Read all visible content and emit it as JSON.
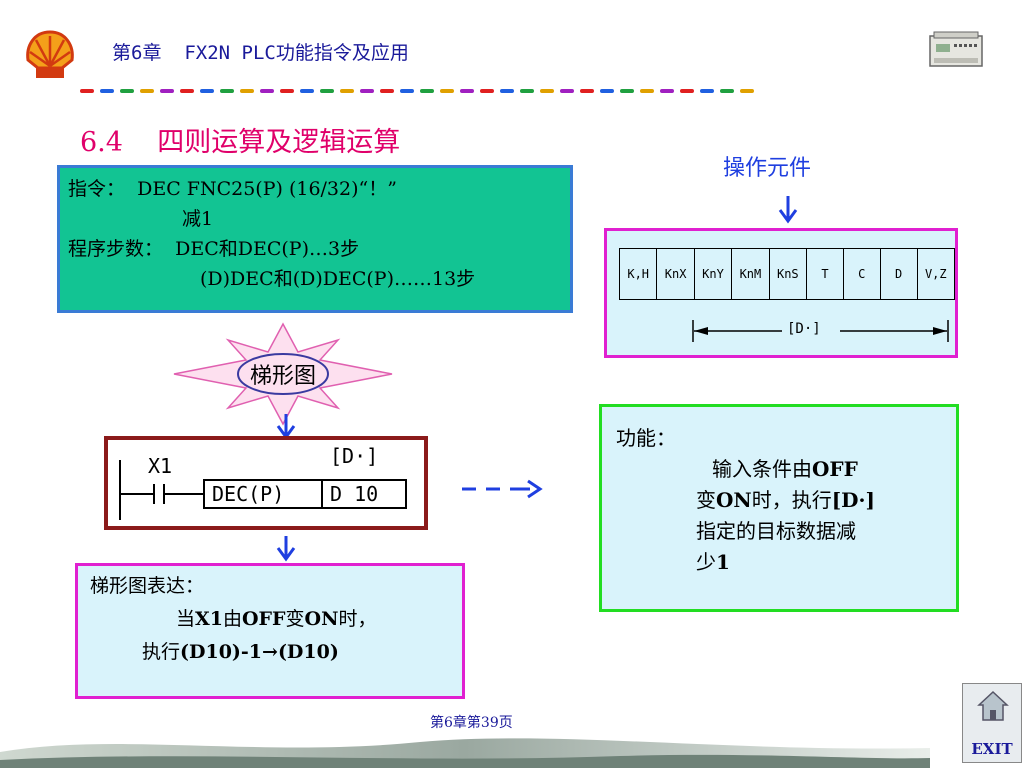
{
  "header": {
    "chapter_title": "第6章  FX2N PLC功能指令及应用"
  },
  "section": {
    "title": "6.4    四则运算及逻辑运算"
  },
  "instruction": {
    "line1_label": "指令：",
    "line1_value": "  DEC FNC25(P) (16/32)“！”",
    "line2_value": "减1",
    "line3_label": "程序步数：",
    "line3_value": "  DEC和DEC(P)…3步",
    "line4_value": "(D)DEC和(D)DEC(P)……13步"
  },
  "operands": {
    "title": "操作元件",
    "cells": [
      "K,H",
      "KnX",
      "KnY",
      "KnM",
      "KnS",
      "T",
      "C",
      "D",
      "V,Z"
    ],
    "range_label": "[D·]"
  },
  "ladder": {
    "burst_label": "梯形图",
    "contact": "X1",
    "dest_label": "[D·]",
    "instr": "DEC(P)",
    "operand": "D 10"
  },
  "function": {
    "heading": "功能：",
    "text_1": "输入条件由",
    "text_2": "OFF",
    "text_3": "变",
    "text_4": "ON",
    "text_5": "时，执行",
    "text_6": "[D·]",
    "text_7": "指定的目标数据减",
    "text_8": "少",
    "text_9": "1"
  },
  "expression": {
    "heading": "梯形图表达：",
    "l1_a": "当",
    "l1_b": "X1",
    "l1_c": "由",
    "l1_d": "OFF",
    "l1_e": "变",
    "l1_f": "ON",
    "l1_g": "时，",
    "l2_a": "执行",
    "l2_b": "(D10)-1→(D10)"
  },
  "footer": {
    "page": "第6章第39页",
    "exit_label": "EXIT"
  },
  "icons": {
    "logo": "shell-logo-icon",
    "plc": "plc-device-icon",
    "home": "home-icon"
  },
  "colors": {
    "title_blue": "#1a1a9a",
    "section_pink": "#e0006a",
    "instr_green": "#12c493",
    "arrow_blue": "#1f3fe0"
  }
}
